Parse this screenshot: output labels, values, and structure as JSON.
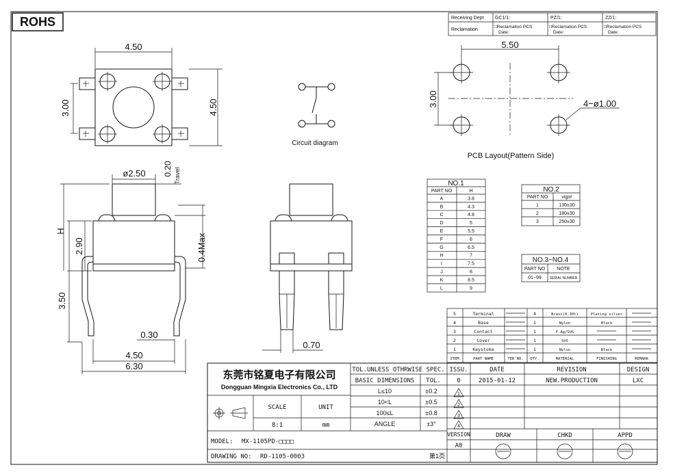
{
  "rohs": "ROHS",
  "header": {
    "receiving_dept": "Receiving Dept",
    "reclamation": "Reclamation",
    "gc": "GC1/1:",
    "pz": "PZ/1:",
    "zz": "ZZ/1:",
    "recl_pcs": "□Reclamation  PCS",
    "date": "Date:"
  },
  "dims": {
    "top_width": "4.50",
    "top_height": "4.50",
    "pin_pitch": "3.00",
    "stem_dia": "ø2.50",
    "travel_val": "0.20",
    "travel_label": "Travel",
    "h": "H",
    "body_h": "2.90",
    "max04": "0.4Max",
    "pin_len": "3.50",
    "pin_w": "0.30",
    "body_w": "4.50",
    "overall_w": "6.30",
    "pin_w2": "0.70",
    "pcb_w": "5.50",
    "pcb_h": "3.00",
    "hole": "4−ø1.00"
  },
  "labels": {
    "circuit": "Circuit diagram",
    "pcb": "PCB Layout(Pattern Side)"
  },
  "no1": {
    "title": "NO.1",
    "headers": [
      "PART NO",
      "H"
    ],
    "rows": [
      [
        "A",
        "3.8"
      ],
      [
        "B",
        "4.3"
      ],
      [
        "C",
        "4.8"
      ],
      [
        "D",
        "5"
      ],
      [
        "E",
        "5.5"
      ],
      [
        "F",
        "6"
      ],
      [
        "G",
        "6.5"
      ],
      [
        "H",
        "7"
      ],
      [
        "I",
        "7.5"
      ],
      [
        "J",
        "8"
      ],
      [
        "K",
        "8.5"
      ],
      [
        "L",
        "9"
      ]
    ]
  },
  "no2": {
    "title": "NO.2",
    "headers": [
      "PART NO",
      "vigor"
    ],
    "rows": [
      [
        "1",
        "130±30"
      ],
      [
        "2",
        "180±30"
      ],
      [
        "3",
        "250±30"
      ]
    ]
  },
  "no34": {
    "title": "NO.3−NO.4",
    "headers": [
      "PART NO",
      "NOTE"
    ],
    "rows": [
      [
        "01~99",
        "SERIAL NUMBER"
      ]
    ]
  },
  "bom": {
    "rows": [
      [
        "5",
        "Terminal",
        "",
        "4",
        "Brass(0.30t)",
        "Plating silver",
        ""
      ],
      [
        "4",
        "Base",
        "",
        "1",
        "Nylon",
        "Black",
        ""
      ],
      [
        "3",
        "Contact",
        "",
        "1",
        "F.Ag/SUS",
        "",
        ""
      ],
      [
        "2",
        "Cover",
        "",
        "1",
        "SUS",
        "",
        ""
      ],
      [
        "1",
        "Keystoke",
        "",
        "1",
        "Nylon",
        "Black",
        ""
      ]
    ],
    "headers": [
      "ITEM",
      "PART NAME",
      "TER'NO.",
      "QTY.",
      "MATERIAL",
      "FINISHING",
      "REMARK"
    ]
  },
  "title_block": {
    "company_cn": "东莞市铭夏电子有限公司",
    "company_en": "Dongguan Mingxia Electronics Co., LTD",
    "tol_spec": "TOL.UNLESS OTHRWISE SPEC.",
    "basic_dim": "BASIC DIMENSIONS",
    "tol": "TOL.",
    "tol_rows": [
      [
        "L≤10",
        "±0.2"
      ],
      [
        "10<L",
        "±0.5"
      ],
      [
        "100≤L",
        "±0.8"
      ],
      [
        "ANGLE",
        "±3°"
      ]
    ],
    "issu": "ISSU.",
    "date_h": "DATE",
    "revision_h": "REVISION",
    "design_h": "DESIGN",
    "issue": "0",
    "date": "2015-01-12",
    "revision": "NEW.PRODUCTION",
    "design": "LXC",
    "rev_marks": [
      "1",
      "2",
      "3",
      "4"
    ],
    "scale_h": "SCALE",
    "unit_h": "UNIT",
    "scale": "8:1",
    "unit": "mm",
    "version_h": "VERSION",
    "version": "A0",
    "draw": "DRAW",
    "chkd": "CHKD",
    "appd": "APPD",
    "model_label": "MODEL:",
    "model": "MX-1105PD-□□□□",
    "drawing_label": "DRAWING NO:",
    "drawing_no": "RD-1105-0003",
    "page": "第1页"
  }
}
